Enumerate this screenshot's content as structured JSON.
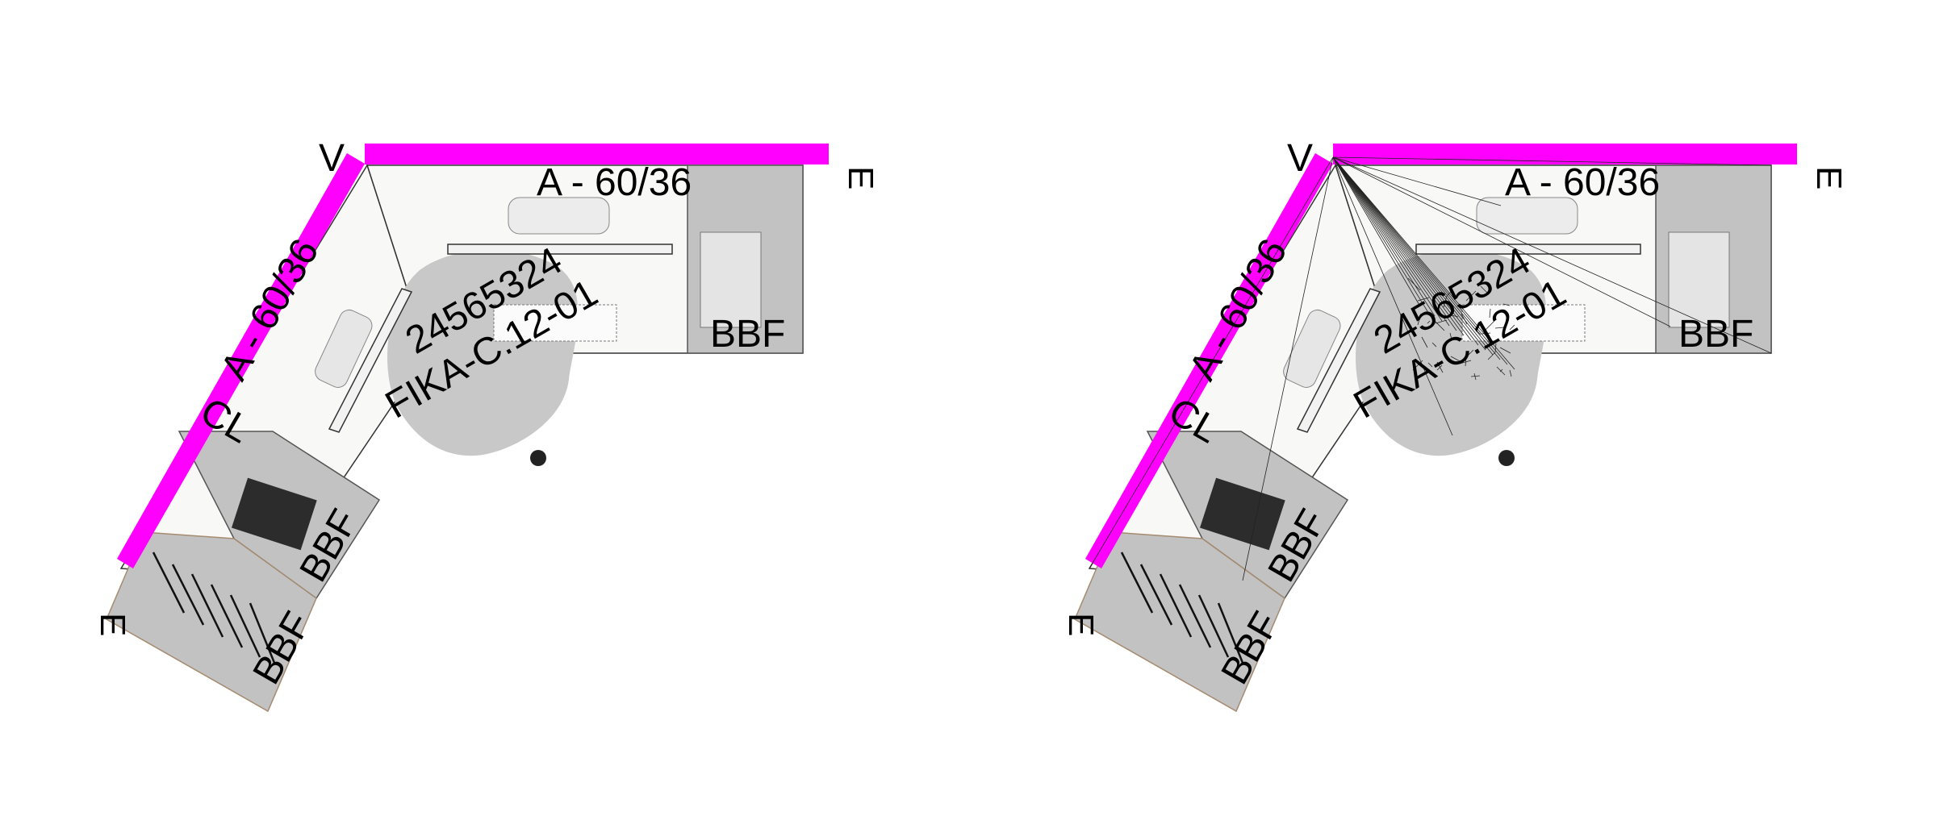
{
  "colors": {
    "wall_accent": "#ff00ff",
    "cabinet_fill": "#c2c2c2",
    "desk_fill": "#f8f8f6",
    "chair_fill": "#c8c8c8"
  },
  "views": [
    {
      "name": "plan-view-shaded",
      "wireframe_overlay": false,
      "labels": {
        "corner_v": "V",
        "corner_e_top": "E",
        "corner_e_bottom": "E",
        "worktop_top": "A - 60/36",
        "worktop_diag": "A - 60/36",
        "cl_label": "CL",
        "asset_number": "24565324",
        "room_code": "FIKA-C.12-01",
        "bbf_right": "BBF",
        "bbf_left_upper": "BBF",
        "bbf_left_lower": "BBF"
      }
    },
    {
      "name": "plan-view-wireframe",
      "wireframe_overlay": true,
      "labels": {
        "corner_v": "V",
        "corner_e_top": "E",
        "corner_e_bottom": "E",
        "worktop_top": "A - 60/36",
        "worktop_diag": "A - 60/36",
        "cl_label": "CL",
        "asset_number": "24565324",
        "room_code": "FIKA-C.12-01",
        "bbf_right": "BBF",
        "bbf_left_upper": "BBF",
        "bbf_left_lower": "BBF"
      }
    }
  ]
}
